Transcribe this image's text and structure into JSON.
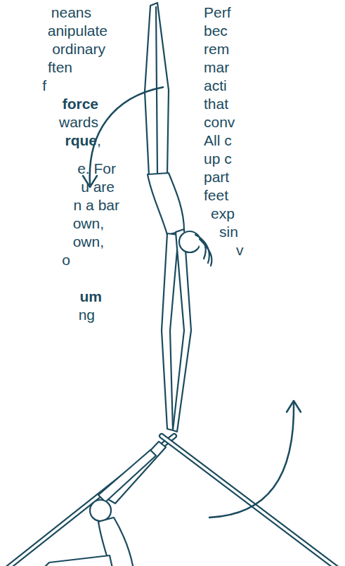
{
  "diagram": {
    "labels": [
      "neans",
      "anipulate",
      "ordinary",
      "ften",
      "f",
      "force",
      "wards",
      "rque",
      ",",
      "e. For",
      "u are",
      "n a bar",
      "own,",
      "own,",
      "o",
      "um",
      "ng",
      "Perf",
      "bec",
      "rem",
      "mar",
      "acti",
      "that",
      "conv",
      "All c",
      "up c",
      "part",
      "feet",
      "exp",
      "sin",
      "v"
    ]
  }
}
